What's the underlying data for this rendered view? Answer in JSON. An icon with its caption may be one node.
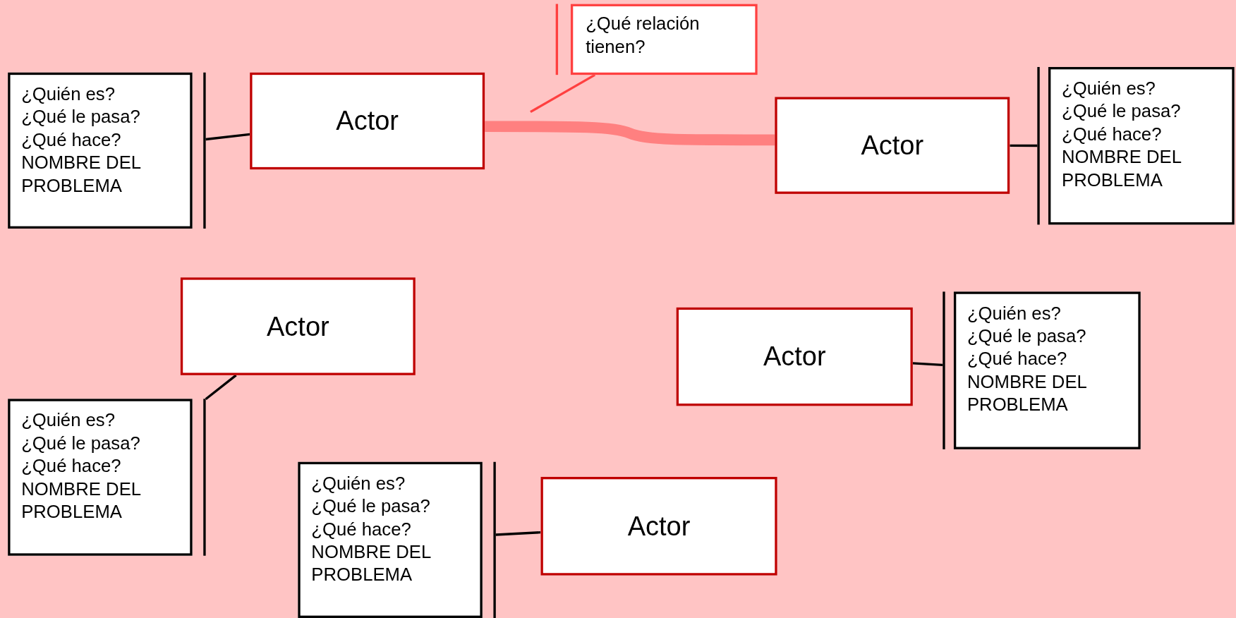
{
  "diagram": {
    "nodes": [
      {
        "text": [
          "¿Qué relación tienen?"
        ]
      },
      {
        "text": [
          "¿Quién es?",
          "¿Qué le pasa?",
          "¿Qué hace?",
          "NOMBRE DEL PROBLEMA"
        ]
      },
      {
        "text": [
          "Actor"
        ]
      },
      {
        "text": [
          "Actor"
        ]
      },
      {
        "text": [
          "¿Quién es?",
          "¿Qué le pasa?",
          "¿Qué hace?",
          "NOMBRE DEL PROBLEMA"
        ]
      },
      {
        "text": [
          "Actor"
        ]
      },
      {
        "text": [
          "Actor"
        ]
      },
      {
        "text": [
          "¿Quién es?",
          "¿Qué le pasa?",
          "¿Qué hace?",
          "NOMBRE DEL PROBLEMA"
        ]
      },
      {
        "text": [
          "¿Quién es?",
          "¿Qué le pasa?",
          "¿Qué hace?",
          "NOMBRE DEL PROBLEMA"
        ]
      },
      {
        "text": [
          "¿Quién es?",
          "¿Qué le pasa?",
          "¿Qué hace?",
          "NOMBRE DEL PROBLEMA"
        ]
      },
      {
        "text": [
          "Actor"
        ]
      }
    ],
    "edges": [
      {
        "from": 2,
        "to": 3,
        "arrow": "none",
        "style": "thick",
        "color": "#ff8080"
      },
      {
        "from": 0,
        "to": null,
        "arrow": "none",
        "color": "#ff4040"
      },
      {
        "from": 1,
        "to": 2,
        "arrow": "none"
      },
      {
        "from": 4,
        "to": 3,
        "arrow": "none"
      },
      {
        "from": 8,
        "to": 5,
        "arrow": "none"
      },
      {
        "from": 7,
        "to": 6,
        "arrow": "none"
      },
      {
        "from": 9,
        "to": 10,
        "arrow": "none"
      }
    ]
  }
}
